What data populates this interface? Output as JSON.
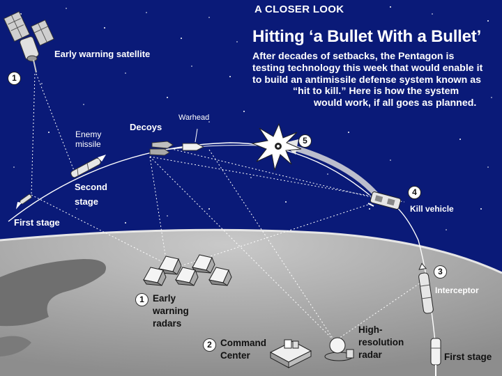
{
  "header": "A CLOSER LOOK",
  "headline": "Hitting ‘a Bullet With a Bullet’",
  "intro": {
    "line1": "After decades of setbacks, the Pentagon is",
    "line2": "testing technology this week that would enable it",
    "line3": "to build an antimissile defense system known as",
    "line4": "“hit to kill.” Here is how the system",
    "line5": "would work, if all goes as planned."
  },
  "labels": {
    "early_warning_satellite": "Early warning satellite",
    "enemy_missile_1": "Enemy",
    "enemy_missile_2": "missile",
    "decoys": "Decoys",
    "warhead": "Warhead",
    "second_stage_1": "Second",
    "second_stage_2": "stage",
    "first_stage_left": "First stage",
    "kill_vehicle": "Kill vehicle",
    "interceptor": "Interceptor",
    "early_warning_radars_1": "Early",
    "early_warning_radars_2": "warning",
    "early_warning_radars_3": "radars",
    "command_center_1": "Command",
    "command_center_2": "Center",
    "high_res_radar_1": "High-",
    "high_res_radar_2": "resolution",
    "high_res_radar_3": "radar",
    "first_stage_right": "First stage"
  },
  "steps": {
    "satellite": "1",
    "radars": "1",
    "command": "2",
    "interceptor": "3",
    "kill_vehicle": "4",
    "impact": "5"
  },
  "colors": {
    "sky": "#0a1a78",
    "earth": "#a9a9a9",
    "land": "#6f6f6f",
    "text_on_sky": "#ffffff",
    "text_on_earth": "#111111"
  }
}
